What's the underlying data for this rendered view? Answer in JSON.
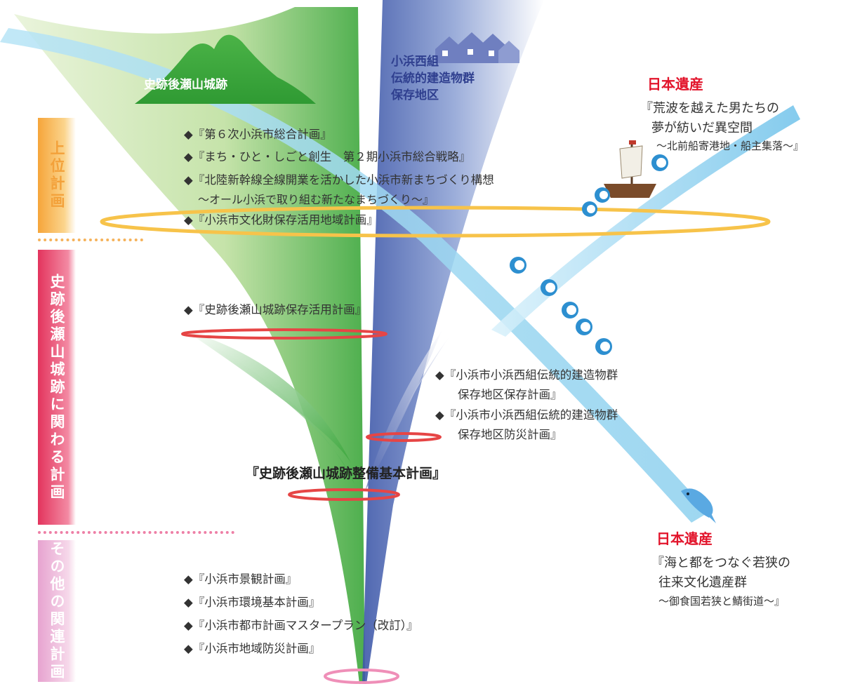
{
  "categories": {
    "upper": "上位計画",
    "related": "史跡後瀬山城跡に関わる計画",
    "other": "その他の関連計画"
  },
  "symbols": {
    "castle": "史跡後瀬山城跡",
    "district": [
      "小浜西組",
      "伝統的建造物群",
      "保存地区"
    ]
  },
  "upper_plans": [
    "◆『第６次小浜市総合計画』",
    "◆『まち・ひと・しごと創生　第２期小浜市総合戦略』",
    "◆『北陸新幹線全線開業を活かした小浜市新まちづくり構想",
    "～オール小浜で取り組む新たなまちづくり～』",
    "◆『小浜市文化財保存活用地域計画』"
  ],
  "related_plans": {
    "castle_plan": "◆『史跡後瀬山城跡保存活用計画』",
    "district_plans": [
      "◆『小浜市小浜西組伝統的建造物群",
      "保存地区保存計画』",
      "◆『小浜市小浜西組伝統的建造物群",
      "保存地区防災計画』"
    ],
    "main_plan": "『史跡後瀬山城跡整備基本計画』"
  },
  "other_plans": [
    "◆『小浜市景観計画』",
    "◆『小浜市環境基本計画』",
    "◆『小浜市都市計画マスタープラン（改訂）』",
    "◆『小浜市地域防災計画』"
  ],
  "heritage": [
    {
      "title": "日本遺産",
      "lines": [
        "『荒波を越えた男たちの",
        "夢が紡いだ異空間"
      ],
      "sub": "～北前船寄港地・船主集落～』"
    },
    {
      "title": "日本遺産",
      "lines": [
        "『海と都をつなぐ若狭の",
        "往来文化遺産群"
      ],
      "sub": "～御食国若狭と鯖街道～』"
    }
  ],
  "colors": {
    "castle_green": "#3aa63a",
    "district_blue": "#5b6fb5",
    "heritage_red": "#e2142b",
    "sea_blue": "#8fd3f0",
    "upper_orange": "#f6a53a",
    "related_red": "#e3345d",
    "other_pink": "#e7a3d0"
  },
  "icons": [
    "mountain-icon",
    "houses-icon",
    "ship-icon",
    "wave-icon",
    "fish-icon"
  ]
}
